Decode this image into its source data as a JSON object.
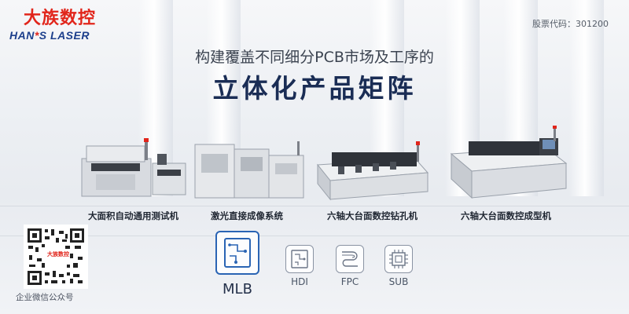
{
  "brand": {
    "name_cn": "大族数控",
    "name_en_left": "HAN",
    "name_en_star": "*",
    "name_en_right": "S LASER",
    "color_red": "#e1251b",
    "color_blue": "#1d3f8c"
  },
  "stock": {
    "label": "股票代码：",
    "code": "301200"
  },
  "headline": {
    "subtitle": "构建覆盖不同细分PCB市场及工序的",
    "title": "立体化产品矩阵"
  },
  "machines": [
    {
      "label": "大面积自动通用测试机"
    },
    {
      "label": "激光直接成像系统"
    },
    {
      "label": "六轴大台面数控钻孔机"
    },
    {
      "label": "六轴大台面数控成型机"
    }
  ],
  "qr": {
    "caption": "企业微信公众号",
    "center_logo": "大族数控"
  },
  "processes": [
    {
      "label": "MLB",
      "icon": "mlb-board-icon",
      "selected": true
    },
    {
      "label": "HDI",
      "icon": "hdi-board-icon",
      "selected": false
    },
    {
      "label": "FPC",
      "icon": "fpc-flex-icon",
      "selected": false
    },
    {
      "label": "SUB",
      "icon": "sub-chip-icon",
      "selected": false
    }
  ],
  "colors": {
    "headline": "#1a2d55",
    "selected_border": "#2a64b4",
    "process_border": "#8a93a3"
  }
}
